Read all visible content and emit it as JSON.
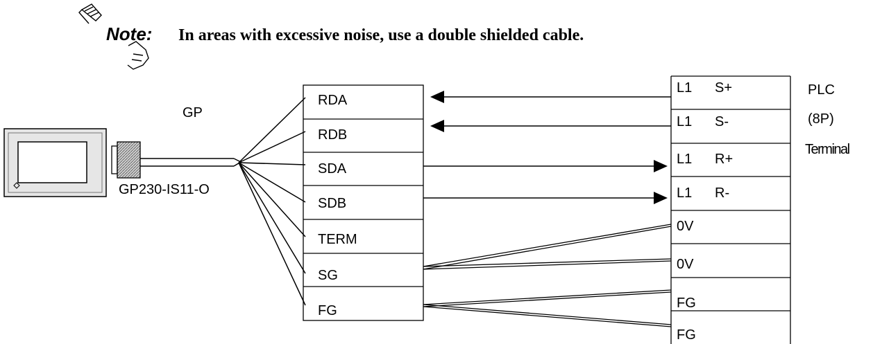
{
  "note": {
    "label": "Note:",
    "text": "In areas with excessive noise, use a double shielded cable."
  },
  "gp": {
    "label": "GP",
    "cable_label": "GP230-IS11-O"
  },
  "gp_terminals": [
    "RDA",
    "RDB",
    "SDA",
    "SDB",
    "TERM",
    "SG",
    "FG"
  ],
  "plc": {
    "label_line1": "PLC",
    "label_line2": "(8P)",
    "label_line3": "Terminal",
    "terminals": [
      {
        "col1": "L1",
        "col2": "S+"
      },
      {
        "col1": "L1",
        "col2": "S-"
      },
      {
        "col1": "L1",
        "col2": "R+"
      },
      {
        "col1": "L1",
        "col2": "R-"
      },
      {
        "col1": "0V",
        "col2": ""
      },
      {
        "col1": "0V",
        "col2": ""
      },
      {
        "col1": "FG",
        "col2": ""
      },
      {
        "col1": "FG",
        "col2": ""
      }
    ]
  }
}
